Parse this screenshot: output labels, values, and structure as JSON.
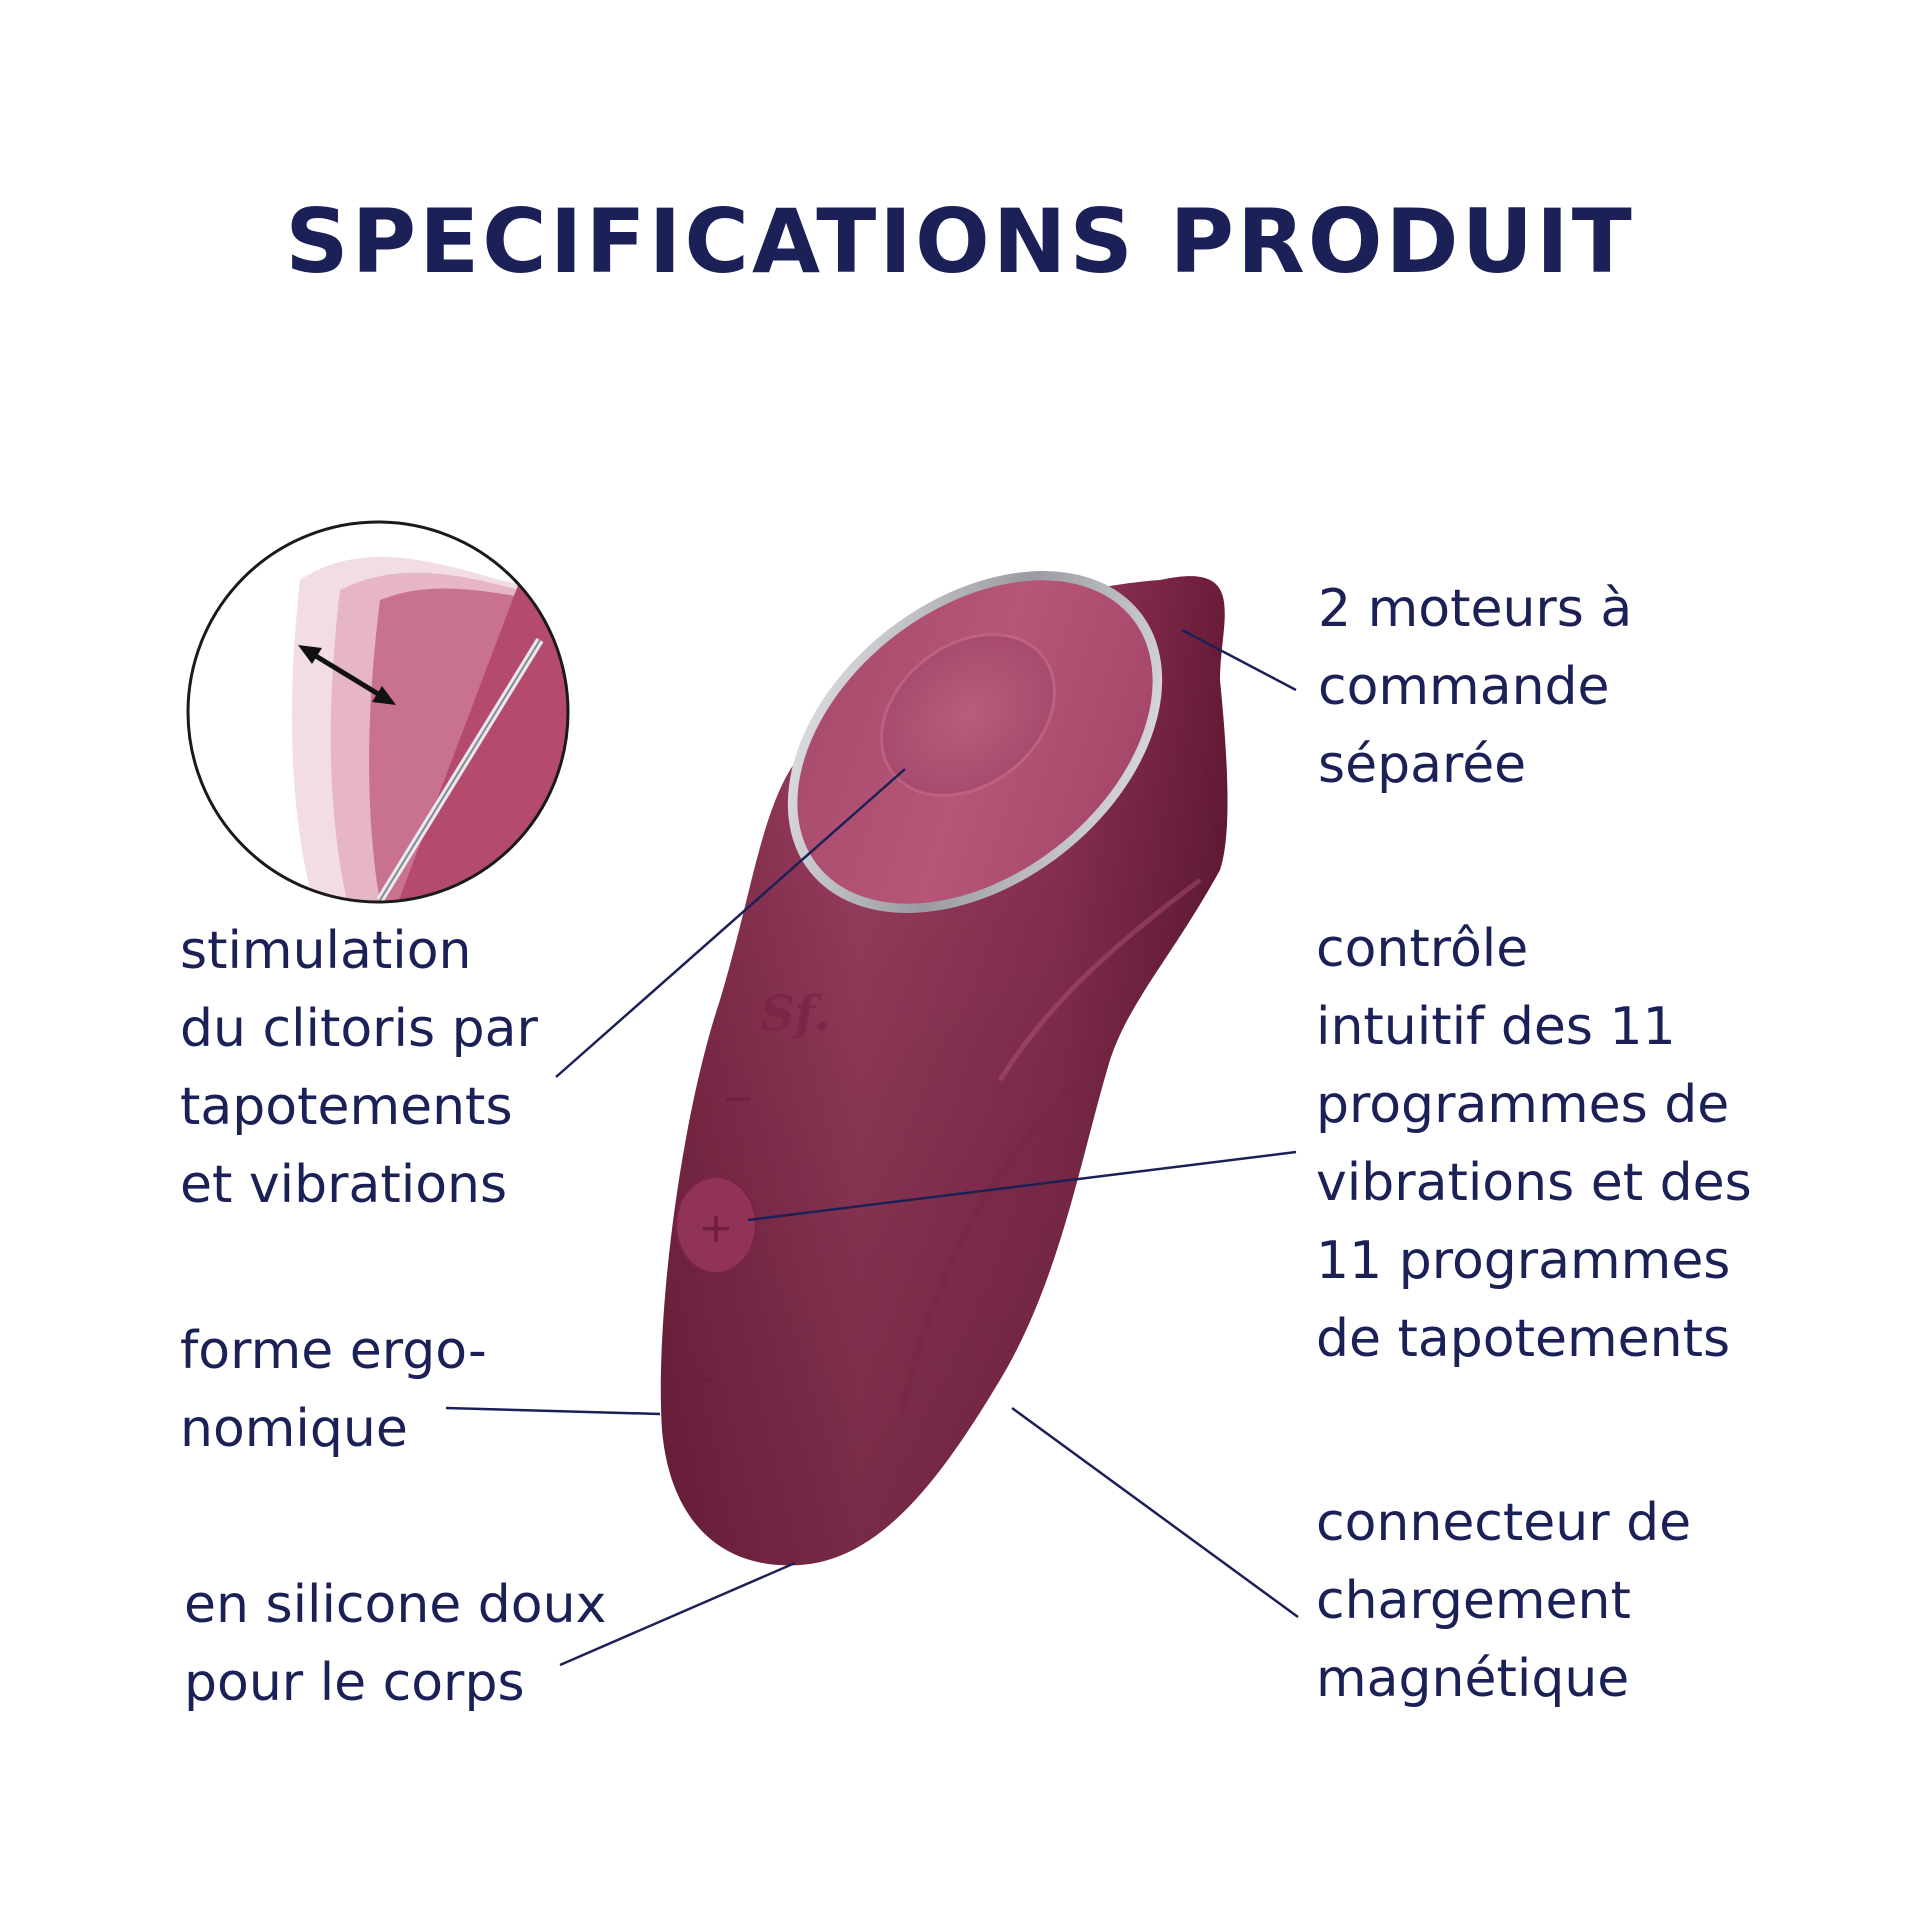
{
  "title": "SPECIFICATIONS PRODUIT",
  "labels": {
    "motors": [
      "2 moteurs à",
      "commande",
      "séparée"
    ],
    "stimulation": [
      "stimulation",
      "du clitoris par",
      "tapotements",
      "et vibrations"
    ],
    "control": [
      "contrôle",
      "intuitif des 11",
      "programmes de",
      "vibrations et des",
      "11 programmes",
      "de tapotements"
    ],
    "shape": [
      "forme ergo-",
      "nomique"
    ],
    "charging": [
      "connecteur de",
      "chargement",
      "magnétique"
    ],
    "silicone": [
      "en silicone doux",
      "pour le corps"
    ]
  },
  "device": {
    "buttons": [
      "−",
      "+",
      "~"
    ],
    "logo": "Sf."
  },
  "colors": {
    "text": "#1b2157",
    "body": "#9a3a5c",
    "body_dark": "#6e1e3c",
    "body_light": "#b75676",
    "ring": "#d9d9de"
  }
}
